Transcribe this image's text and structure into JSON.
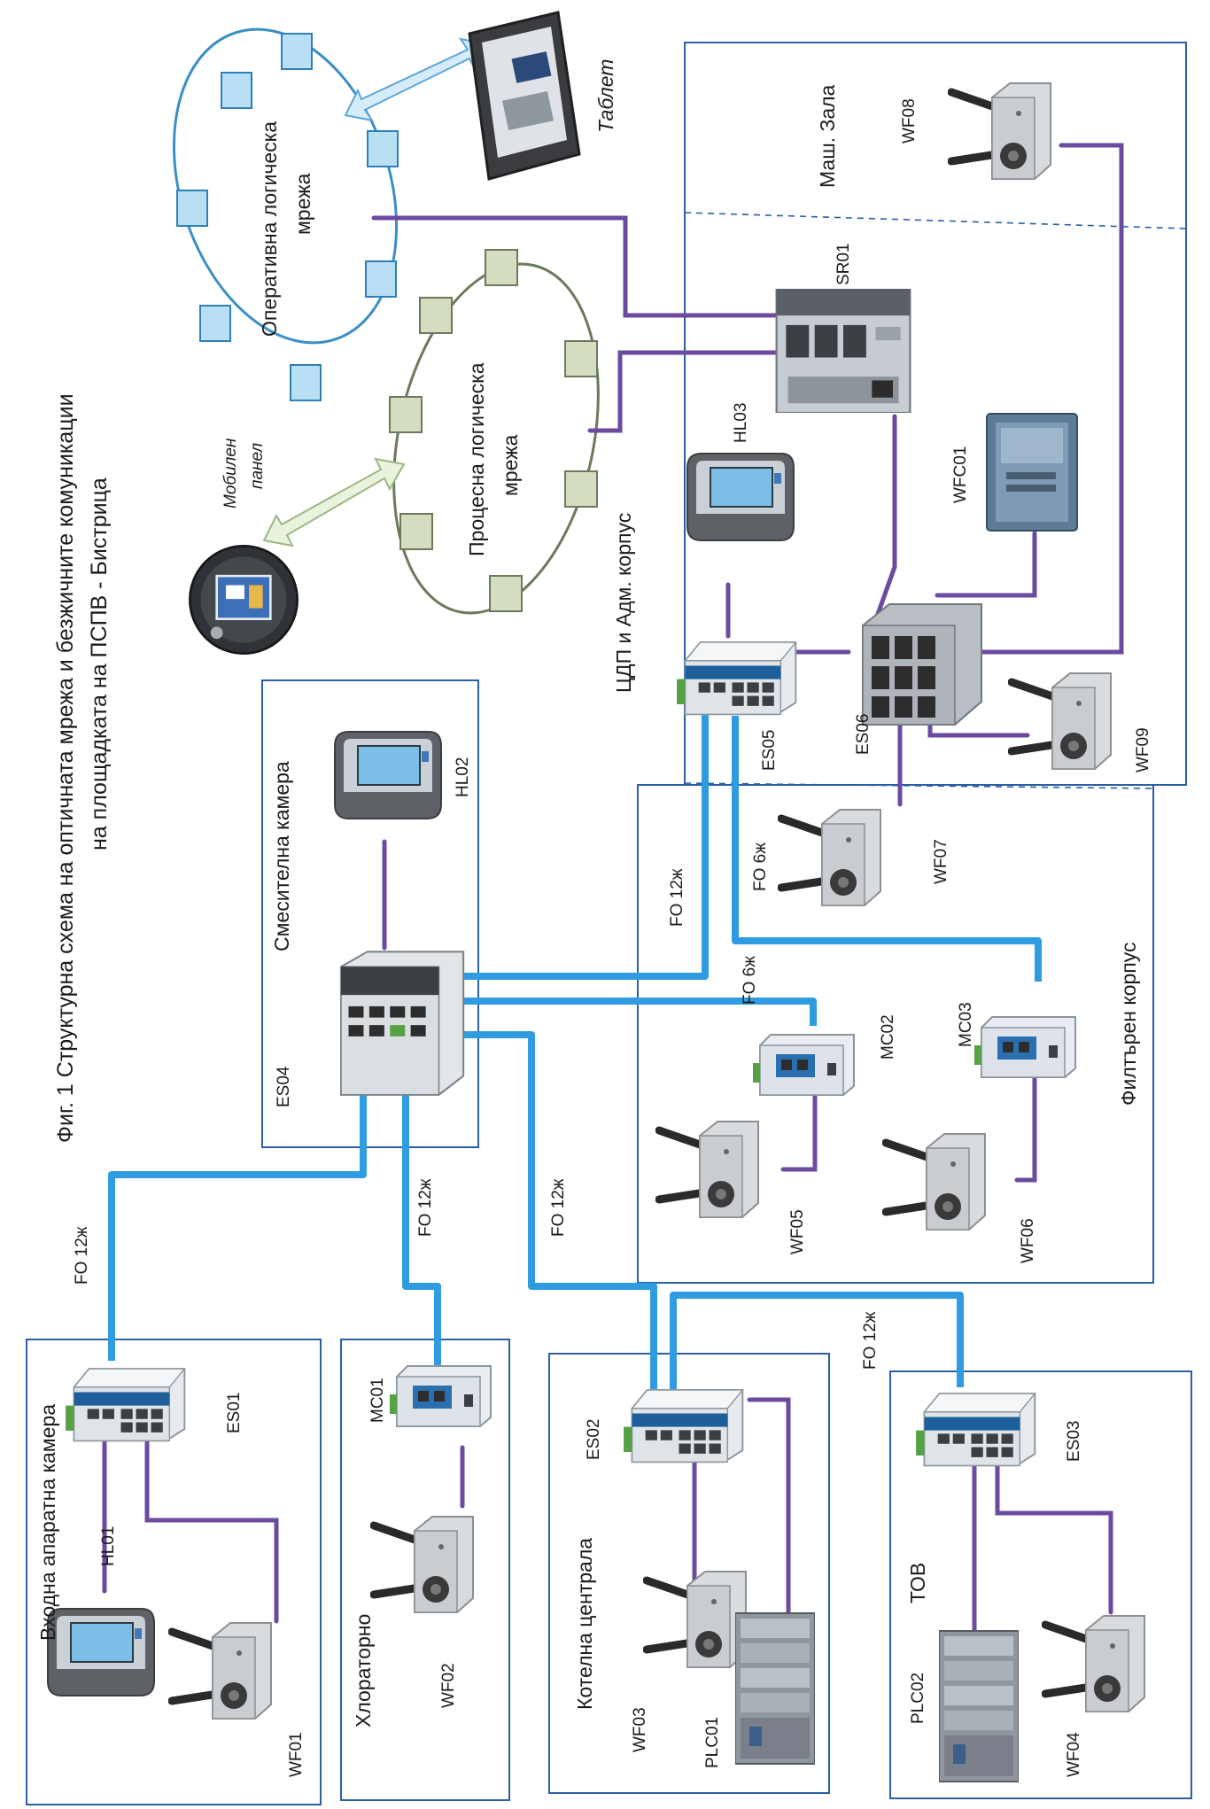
{
  "title": {
    "line1": "Фиг. 1 Структурна схема на оптичната мрежа и безжичните комуникации",
    "line2": "на площадката на ПСПВ - Бистрица"
  },
  "networks": {
    "operative": {
      "line1": "Оперативна  логическа",
      "line2": "мрежа"
    },
    "process": {
      "line1": "Процесна логическа",
      "line2": "мрежа"
    },
    "tablet": "Таблет",
    "mobile_panel": {
      "line1": "Мобилен",
      "line2": "панел"
    }
  },
  "areas": {
    "mash_zala": "Маш. Зала",
    "cdp": "ЦДП и Адм. корпус",
    "filter": "Филтърен  корпус",
    "mixing": "Смесителна  камера",
    "entrance": "Входна апаратна  камера",
    "chlorine": "Хлораторно",
    "boiler": "Котелна  централа",
    "tov": "ТОВ"
  },
  "devices": {
    "SR01": "SR01",
    "HL03": "HL03",
    "WFC01": "WFC01",
    "WF08": "WF08",
    "ES05": "ES05",
    "ES06": "ES06",
    "WF09": "WF09",
    "WF07": "WF07",
    "MC02": "MC02",
    "MC03": "MC03",
    "WF05": "WF05",
    "WF06": "WF06",
    "HL02": "HL02",
    "ES04": "ES04",
    "ES01": "ES01",
    "HL01": "HL01",
    "WF01": "WF01",
    "MC01": "MC01",
    "WF02": "WF02",
    "ES02": "ES02",
    "WF03": "WF03",
    "PLC01": "PLC01",
    "ES03": "ES03",
    "PLC02": "PLC02",
    "WF04": "WF04"
  },
  "links": {
    "fo_es05": "FO 12ж",
    "fo_6_upper": "FO 6ж",
    "fo_6_lower": "FO 6ж",
    "fo_es01": "FO 12ж",
    "fo_mc01": "FO 12ж",
    "fo_es02": "FO 12ж",
    "fo_es03": "FO 12ж"
  },
  "colors": {
    "border": "#2a5fa5",
    "ethernet": "#6b4aa0",
    "fiber": "#2f9be0",
    "operative_ring": "#3a8fc6",
    "process_ring": "#6a7a5a"
  }
}
